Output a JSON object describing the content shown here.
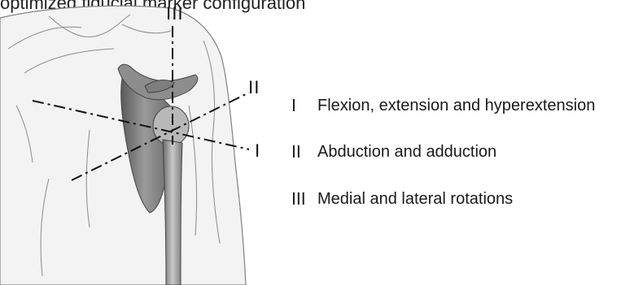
{
  "caption": {
    "text": "optimized fiducial marker configuration"
  },
  "axes": [
    {
      "numeral": "I",
      "description": "Flexion, extension and hyperextension"
    },
    {
      "numeral": "II",
      "description": "Abduction and adduction"
    },
    {
      "numeral": "III",
      "description": "Medial and lateral rotations"
    }
  ],
  "colors": {
    "bone_dark": "#6f6f6f",
    "bone_light": "#a9a9a9",
    "skin_fill": "#f1f1f1",
    "skin_line": "#7a7a7a",
    "axis_line": "#111111"
  }
}
